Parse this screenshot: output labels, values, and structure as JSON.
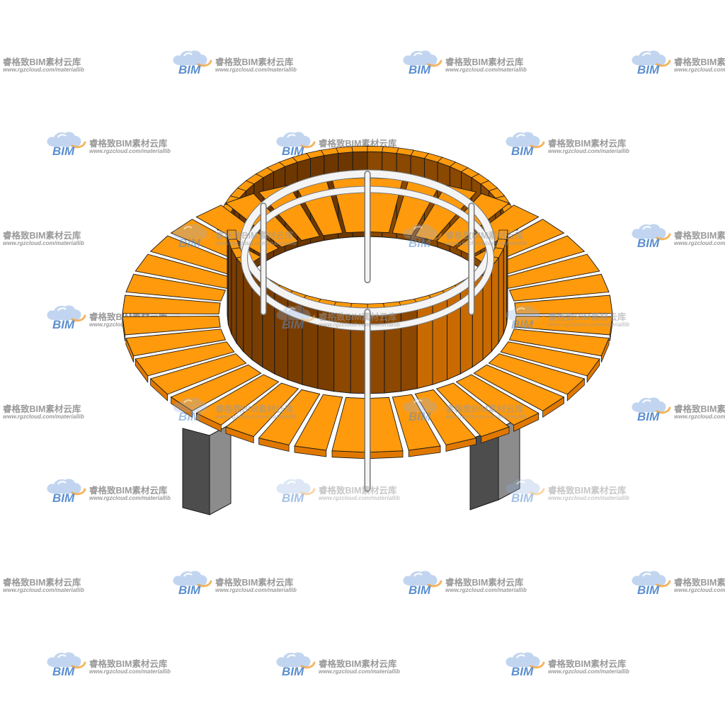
{
  "watermark": {
    "brand": "BIM",
    "title_cn": "睿格致BIM素材云库",
    "url": "www.rgzcloud.com/materiallib",
    "cloud_color": "#8fb3e3",
    "brand_color": "#5b8fd0",
    "accent_color": "#f2a33a",
    "text_color": "#9a9a9a"
  },
  "scene": {
    "subject": "circular tree bench",
    "colors": {
      "seat_top": "#ff9a0c",
      "seat_top_edge": "#e07800",
      "backrest_front": "#7a3d00",
      "backrest_front_light": "#c86a00",
      "backrest_inner": "#8a4800",
      "support": "#4d4d4d",
      "support_light": "#8c8c8c",
      "rail": "#f4f4f4",
      "rail_edge": "#777777",
      "outline": "#1a1a1a"
    }
  }
}
